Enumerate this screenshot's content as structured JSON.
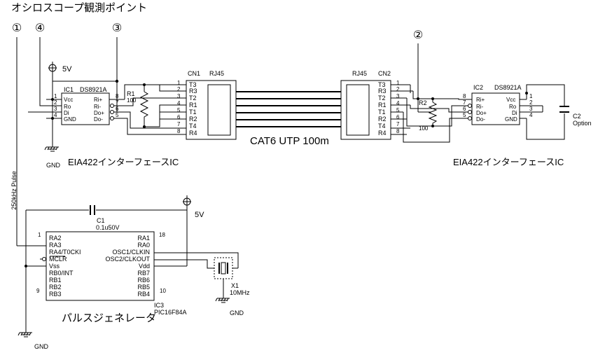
{
  "title": "オシロスコープ観測ポイント",
  "probes": [
    "①",
    "④",
    "③",
    "②"
  ],
  "supply": {
    "v5": "5V",
    "gnd": "GND"
  },
  "ic1": {
    "ref": "IC1",
    "part": "DS8921A",
    "left_pins": [
      {
        "num": "1",
        "name": "Vcc"
      },
      {
        "num": "2",
        "name": "Ro"
      },
      {
        "num": "3",
        "name": "Di"
      },
      {
        "num": "4",
        "name": "GND"
      }
    ],
    "right_pins": [
      {
        "num": "8",
        "name": "Ri+"
      },
      {
        "num": "7",
        "name": "Ri-"
      },
      {
        "num": "6",
        "name": "Do+"
      },
      {
        "num": "5",
        "name": "Do-"
      }
    ]
  },
  "ic2": {
    "ref": "IC2",
    "part": "DS8921A",
    "left_pins": [
      {
        "num": "8",
        "name": "Ri+"
      },
      {
        "num": "7",
        "name": "Ri-"
      },
      {
        "num": "6",
        "name": "Do+"
      },
      {
        "num": "5",
        "name": "Do-"
      }
    ],
    "right_pins": [
      {
        "num": "1",
        "name": "Vcc"
      },
      {
        "num": "2",
        "name": "Ro"
      },
      {
        "num": "3",
        "name": "Di"
      },
      {
        "num": "4",
        "name": "GND"
      }
    ]
  },
  "r1": {
    "ref": "R1",
    "value": "100"
  },
  "r2": {
    "ref": "R2",
    "value": "100"
  },
  "cn1": {
    "ref": "CN1",
    "jack": "RJ45",
    "pins": [
      {
        "num": "1",
        "name": "T3"
      },
      {
        "num": "2",
        "name": "R3"
      },
      {
        "num": "3",
        "name": "T2"
      },
      {
        "num": "4",
        "name": "R1"
      },
      {
        "num": "5",
        "name": "T1"
      },
      {
        "num": "6",
        "name": "R2"
      },
      {
        "num": "7",
        "name": "T4"
      },
      {
        "num": "8",
        "name": "R4"
      }
    ]
  },
  "cn2": {
    "ref": "CN2",
    "jack": "RJ45",
    "pins": [
      {
        "num": "1",
        "name": "T3"
      },
      {
        "num": "2",
        "name": "R3"
      },
      {
        "num": "3",
        "name": "T2"
      },
      {
        "num": "4",
        "name": "R1"
      },
      {
        "num": "5",
        "name": "T1"
      },
      {
        "num": "6",
        "name": "R2"
      },
      {
        "num": "7",
        "name": "T4"
      },
      {
        "num": "8",
        "name": "R4"
      }
    ]
  },
  "cable": "CAT6 UTP 100m",
  "interface_label": "EIA422インターフェースIC",
  "c2": {
    "ref": "C2",
    "note": "Option"
  },
  "pulse_label": "250kHz Pulse",
  "c1": {
    "ref": "C1",
    "value": "0.1u50V"
  },
  "ic3": {
    "ref": "IC3",
    "part": "PIC16F84A",
    "left_pins": [
      "RA2",
      "RA3",
      "RA4/T0CKI",
      "MCLR",
      "Vss",
      "RB0/INT",
      "RB1",
      "RB2",
      "RB3"
    ],
    "right_pins": [
      "RA1",
      "RA0",
      "OSC1/CLKIN",
      "OSC2/CLKOUT",
      "Vdd",
      "RB7",
      "RB6",
      "RB5",
      "RB4"
    ],
    "pin_numbers": [
      "1",
      "9",
      "18",
      "10"
    ]
  },
  "x1": {
    "ref": "X1",
    "value": "10MHz"
  },
  "generator_label": "パルスジェネレータ",
  "colors": {
    "ink": "#000000",
    "background": "#ffffff"
  }
}
